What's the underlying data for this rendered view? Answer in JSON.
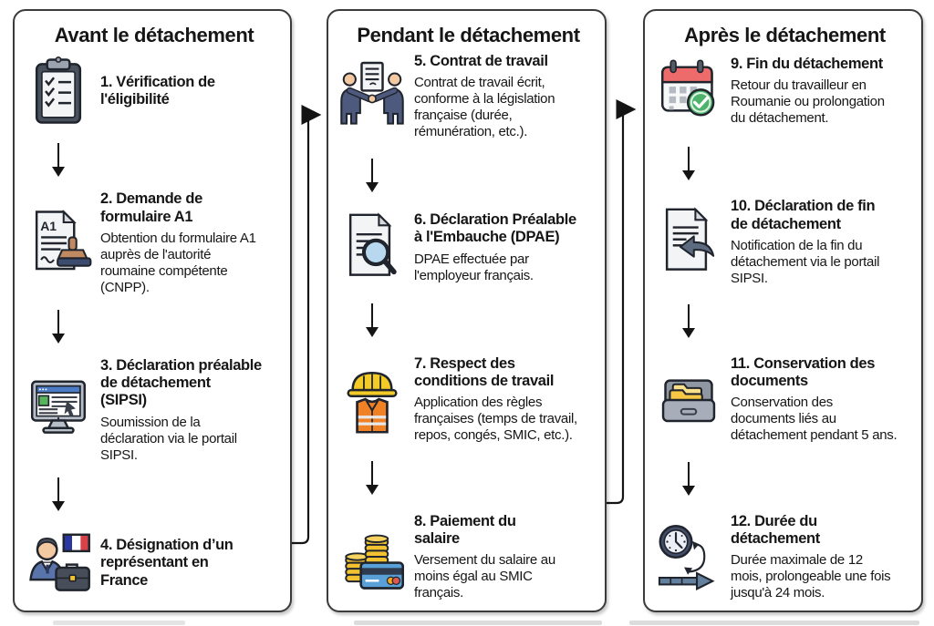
{
  "colors": {
    "panel_border": "#3b3b3b",
    "arrow": "#141414",
    "accent_red": "#ed6b6b",
    "accent_green": "#4db36b",
    "accent_yellow": "#f2c230",
    "accent_orange": "#f08124",
    "accent_blue": "#4a7bc4"
  },
  "columns": [
    {
      "title": "Avant le détachement",
      "steps": [
        {
          "icon": "clipboard-checklist",
          "title": "1. Vérification de\nl'éligibilité"
        },
        {
          "icon": "a1-form-stamp",
          "title": "2. Demande de\nformulaire A1",
          "body": "Obtention du formulaire A1\nauprès de l'autorité\nroumaine compétente\n(CNPP)."
        },
        {
          "icon": "computer-portal",
          "title": "3. Déclaration préalable\nde détachement\n(SIPSI)",
          "body": "Soumission de la\ndéclaration via le portail\nSIPSI."
        },
        {
          "icon": "representative-french-flag",
          "title": "4. Désignation d’un\nreprésentant en\nFrance"
        }
      ]
    },
    {
      "title": "Pendant le détachement",
      "steps": [
        {
          "icon": "handshake-contract",
          "title": "5. Contrat de travail",
          "body": "Contrat de travail écrit,\nconforme à la législation\nfrançaise (durée,\nrémunération, etc.)."
        },
        {
          "icon": "document-magnifier",
          "title": "6. Déclaration Préalable\nà l'Embauche (DPAE)",
          "body": "DPAE effectuée par\nl'employeur français."
        },
        {
          "icon": "hardhat-safety-vest",
          "title": "7. Respect des\nconditions de travail",
          "body": "Application des règles\nfrançaises (temps de travail,\nrepos, congés, SMIC, etc.)."
        },
        {
          "icon": "coins-bank-card",
          "title": "8. Paiement du\nsalaire",
          "body": "Versement du salaire au\nmoins égal au SMIC\nfrançais."
        }
      ]
    },
    {
      "title": "Après le détachement",
      "steps": [
        {
          "icon": "calendar-check",
          "title": "9. Fin du détachement",
          "body": "Retour du travailleur en\nRoumanie ou prolongation\ndu détachement."
        },
        {
          "icon": "document-return-arrow",
          "title": "10. Déclaration de fin\nde détachement",
          "body": "Notification de la fin du\ndétachement via le portail\nSIPSI."
        },
        {
          "icon": "archive-folders",
          "title": "11. Conservation des\ndocuments",
          "body": "Conservation des\ndocuments liés au\ndétachement pendant 5 ans."
        },
        {
          "icon": "clock-timeline",
          "title": "12. Durée du\ndétachement",
          "body": "Durée maximale de 12\nmois, prolongeable une fois\njusqu'à 24 mois."
        }
      ]
    }
  ]
}
